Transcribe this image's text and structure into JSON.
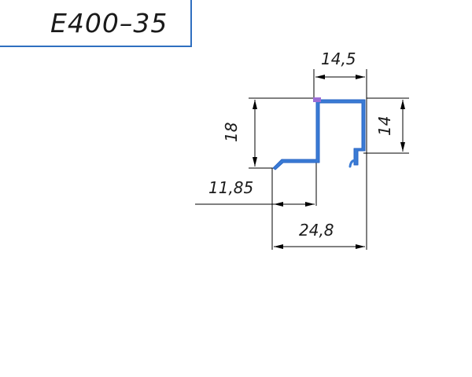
{
  "title": "E400–35",
  "dimensions": {
    "top_width": "14,5",
    "height_left": "18",
    "height_right": "14",
    "offset": "11,85",
    "total_width": "24,8"
  },
  "colors": {
    "profile": "#3a7bd5",
    "frame": "#2f6fc0",
    "lines": "#000000"
  }
}
